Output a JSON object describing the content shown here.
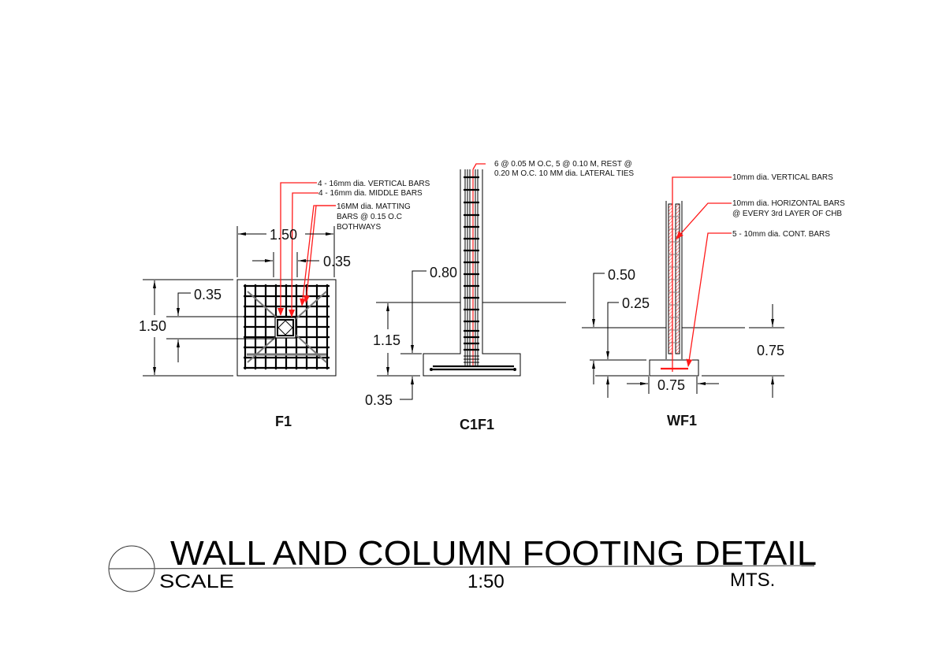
{
  "drawing": {
    "title": "WALL AND COLUMN FOOTING DETAIL",
    "scale_label": "SCALE",
    "scale_value": "1:50",
    "units": "MTS."
  },
  "details": [
    {
      "id": "F1",
      "label": "F1",
      "notes": [
        "4 - 16mm dia. VERTICAL BARS",
        "4 - 16mm dia. MIDDLE BARS",
        "16MM dia. MATTING",
        "BARS @ 0.15 O.C",
        "BOTHWAYS"
      ],
      "dimensions": {
        "width": "1.50",
        "column_width": "0.35",
        "column_height": "0.35",
        "height": "1.50"
      }
    },
    {
      "id": "C1F1",
      "label": "C1F1",
      "notes": [
        "6 @ 0.05 M O.C, 5 @ 0.10 M, REST @",
        "0.20 M O.C. 10 MM dia. LATERAL TIES"
      ],
      "dimensions": {
        "embed": "0.80",
        "depth": "1.15",
        "thickness": "0.35"
      }
    },
    {
      "id": "WF1",
      "label": "WF1",
      "notes": [
        "10mm dia. VERTICAL  BARS",
        "10mm dia. HORIZONTAL BARS",
        "@ EVERY 3rd LAYER OF CHB",
        "5 - 10mm dia. CONT. BARS"
      ],
      "dimensions": {
        "depth_top": "0.50",
        "thickness": "0.25",
        "total_depth": "0.75",
        "width": "0.75"
      }
    }
  ],
  "colors": {
    "linework": "#000000",
    "leader": "#ff1a1a",
    "background": "#ffffff"
  }
}
